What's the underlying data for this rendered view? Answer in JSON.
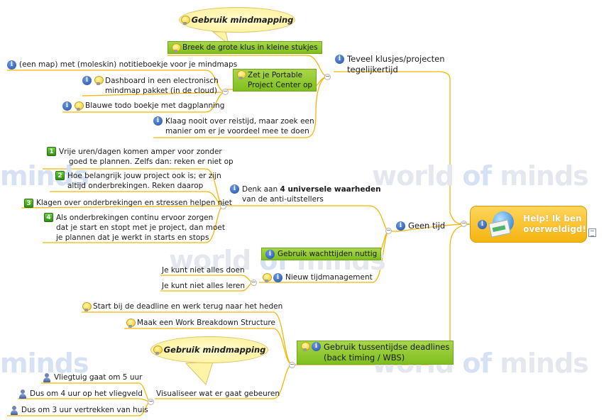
{
  "watermark": {
    "part1": "world ",
    "part2": "of",
    "part3": " minds"
  },
  "root": {
    "line1": "Help! Ik ben",
    "line2": "overweldigd!"
  },
  "callouts": {
    "top": "Gebruik mindmapping",
    "bottom": "Gebruik mindmapping"
  },
  "branches": {
    "klusjes": {
      "line1": "Teveel klusjes/projecten",
      "line2": "tegelijkertijd",
      "breek": "Breek de grote klus in kleine stukjes",
      "portable": {
        "line1": "Zet je Portable",
        "line2": "Project Center op"
      },
      "map": "(een map) met (moleskin) notitieboekje voor je mindmaps",
      "dashboard": {
        "line1": "Dashboard in een electronisch",
        "line2": "mindmap pakket (in de cloud)"
      },
      "blauwe": "Blauwe todo boekje met dagplanning",
      "klaag": {
        "line1": "Klaag nooit over reistijd, maar zoek een",
        "line2": "manier om er je voordeel mee te doen"
      }
    },
    "geentijd": {
      "label": "Geen tijd",
      "denk": {
        "pre": "Denk aan ",
        "bold": "4 universele waarheden",
        "line2": "van de anti-uitstellers"
      },
      "w1": {
        "num": "1",
        "line1": "Vrije uren/dagen komen amper voor zonder",
        "line2": "goed te plannen. Zelfs dan: reken er niet op"
      },
      "w2": {
        "num": "2",
        "line1": "Hoe belangrijk jouw project ook is; er  zijn",
        "line2": "altijd onderbrekingen. Reken daarop"
      },
      "w3": {
        "num": "3",
        "line1": "Klagen over onderbrekingen en stressen helpen niet"
      },
      "w4": {
        "num": "4",
        "line1": "Als onderbrekingen continu ervoor zorgen",
        "line2": "dat je start en stopt met je project, dan moet",
        "line3": "je plannen dat je werkt in starts en stops"
      },
      "wachttijden": "Gebruik wachttijden nuttig",
      "tijdmgmt": "Nieuw tijdmanagement",
      "alles_doen": "Je kunt niet alles doen",
      "alles_leren": "Je kunt niet alles leren"
    },
    "deadlines": {
      "line1": "Gebruik tussentijdse deadlines",
      "line2": "(back timing / WBS)",
      "start": "Start bij de deadline en werk terug naar het heden",
      "wbs": "Maak een Work Breakdown Structure",
      "visualiseer": "Visualiseer wat er gaat gebeuren",
      "vliegtuig": "Vliegtuig gaat om 5 uur",
      "vliegveld": "Dus om 4 uur op het vliegveld",
      "vertrekken": "Dus om 3 uur vertrekken van huis"
    }
  },
  "colors": {
    "line": "#f2b705",
    "green": "#8cc63f",
    "root_fill": "#f7bd1c",
    "info_blue": "#1d4fa8",
    "watermark": "#e4e8ee"
  }
}
